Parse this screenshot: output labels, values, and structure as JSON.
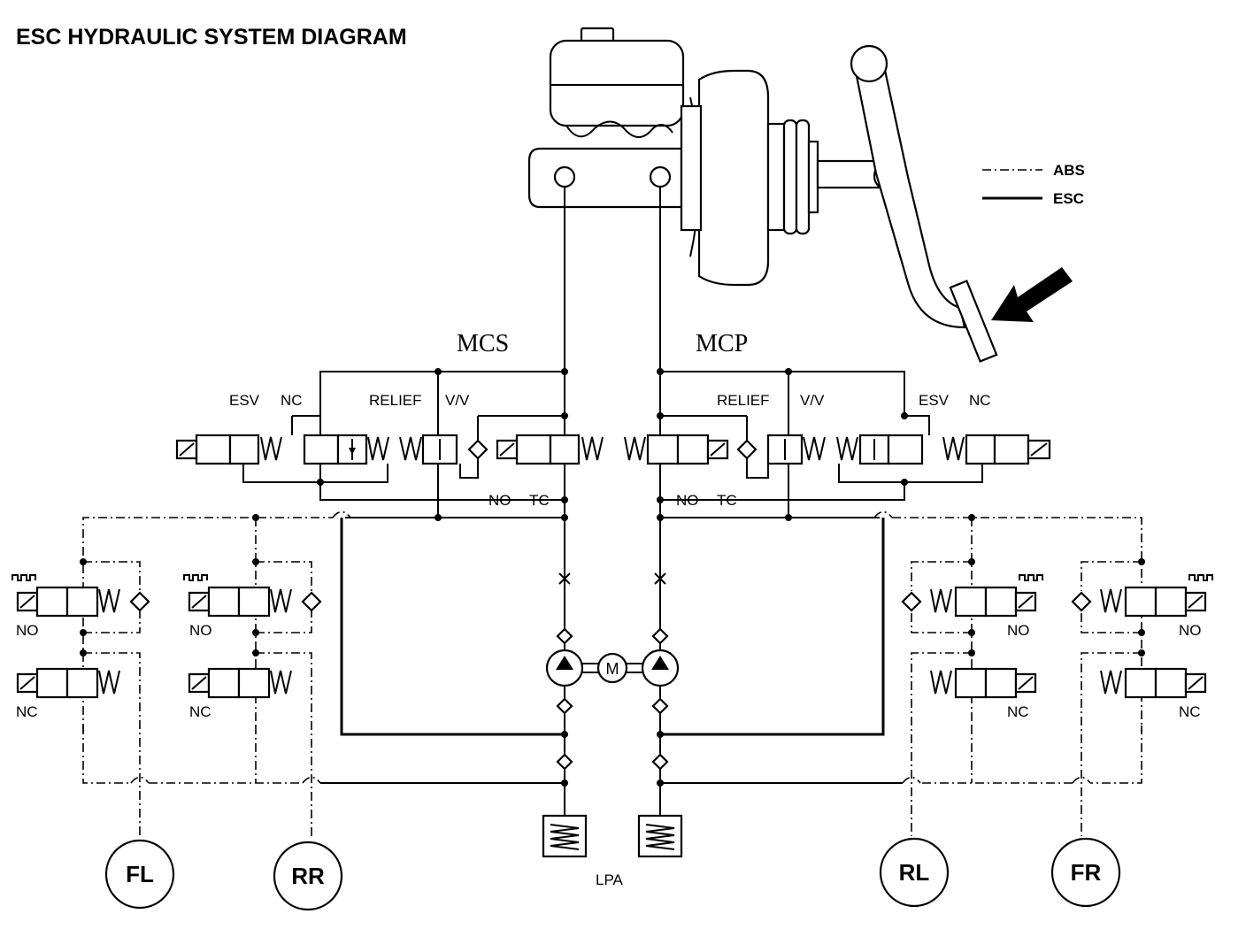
{
  "title": "ESC HYDRAULIC SYSTEM DIAGRAM",
  "legend": {
    "abs": "ABS",
    "esc": "ESC"
  },
  "circuits": {
    "left": "MCS",
    "right": "MCP"
  },
  "valve_labels": {
    "esv": "ESV",
    "nc": "NC",
    "no": "NO",
    "relief": "RELIEF",
    "vv": "V/V",
    "tc": "TC",
    "motor": "M"
  },
  "accumulator_label": "LPA",
  "wheels": [
    "FL",
    "RR",
    "RL",
    "FR"
  ]
}
